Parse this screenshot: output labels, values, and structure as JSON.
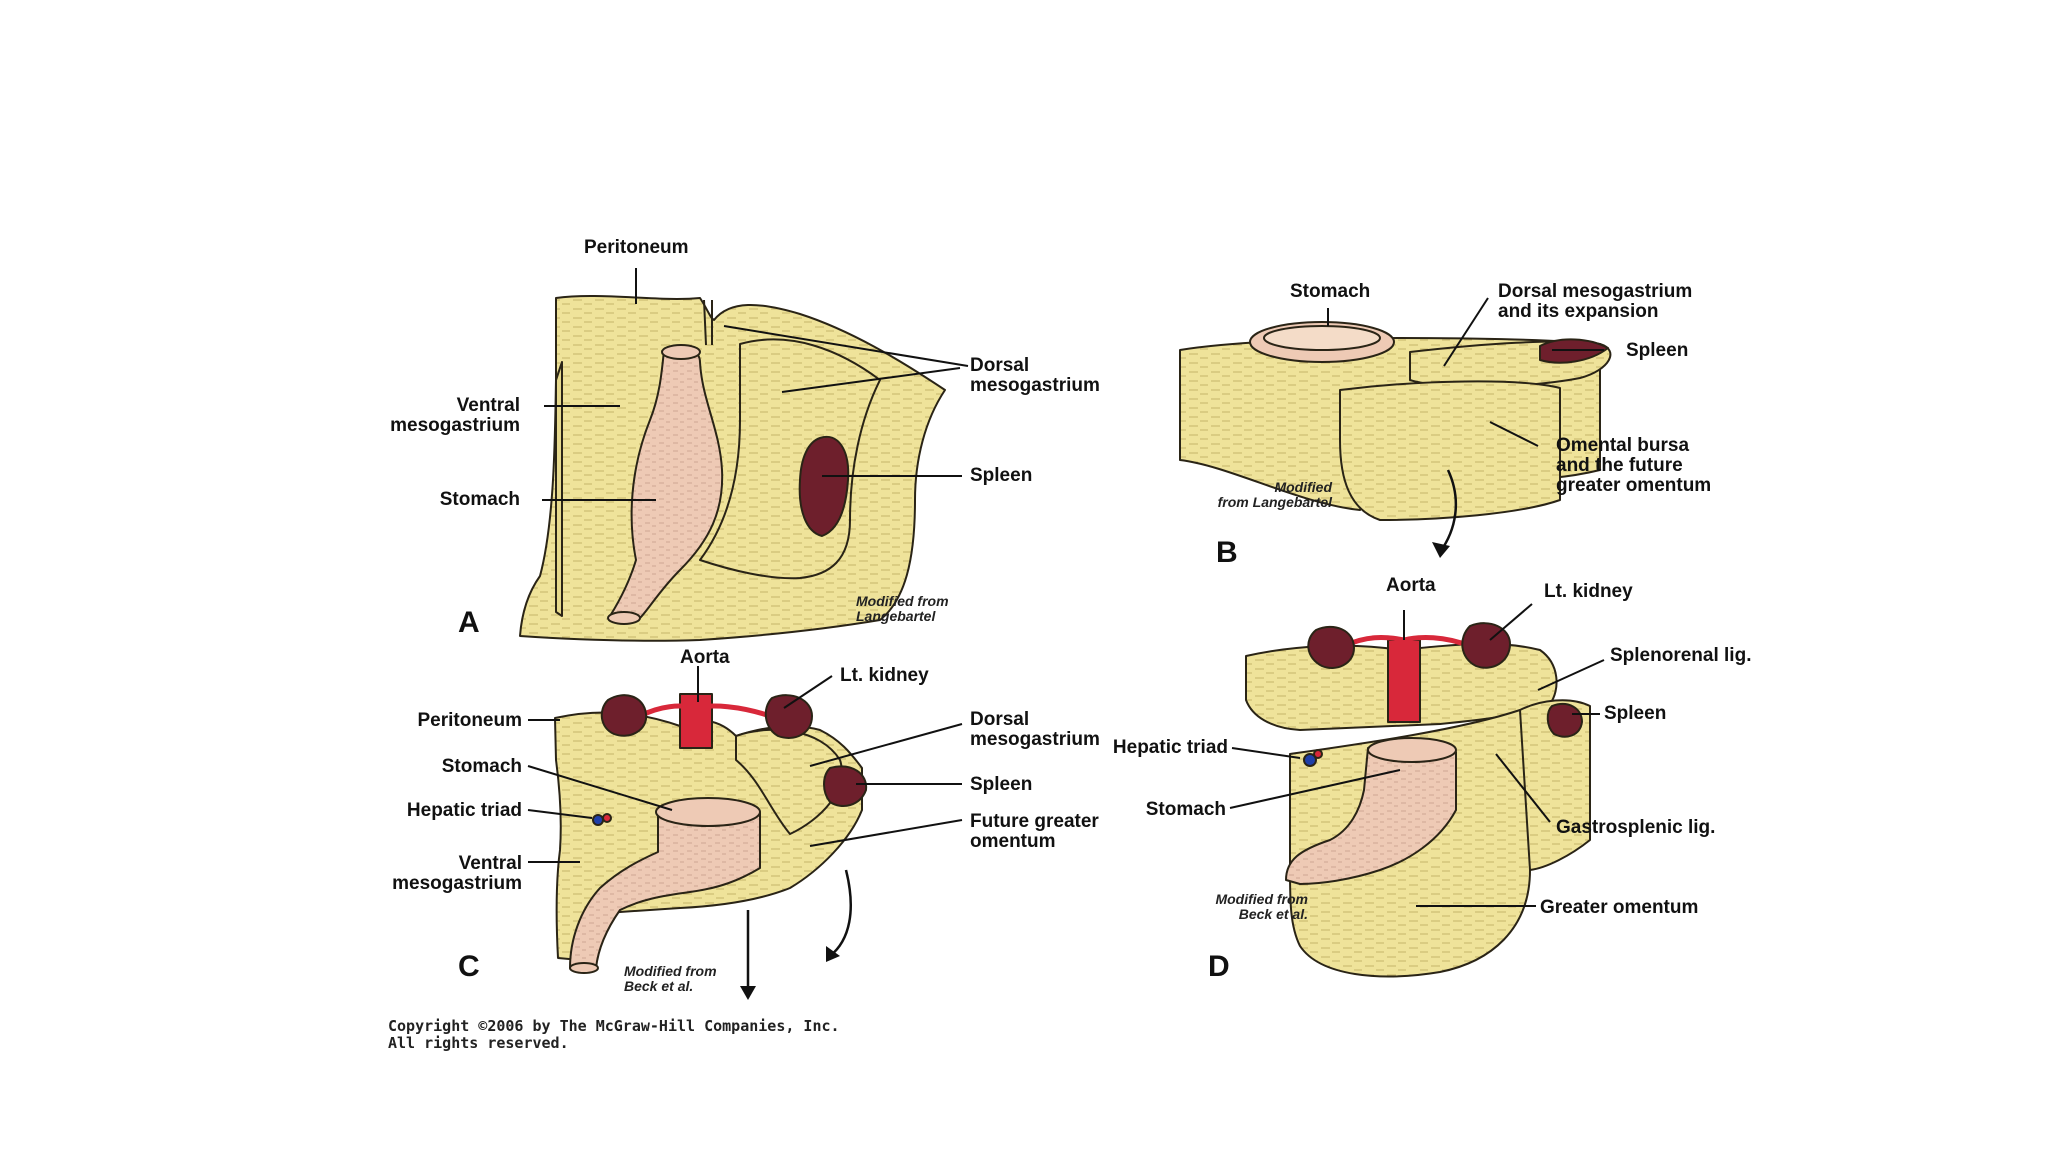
{
  "panel_a": {
    "letter": "A",
    "labels": {
      "peritoneum": "Peritoneum",
      "dorsal_mesogastrium": [
        "Dorsal",
        "mesogastrium"
      ],
      "ventral_mesogastrium": [
        "Ventral",
        "mesogastrium"
      ],
      "stomach": "Stomach",
      "spleen": "Spleen"
    },
    "credit": [
      "Modified from",
      "Langebartel"
    ]
  },
  "panel_b": {
    "letter": "B",
    "labels": {
      "stomach": "Stomach",
      "dorsal_mesogastrium": [
        "Dorsal mesogastrium",
        "and its expansion"
      ],
      "spleen": "Spleen",
      "omental_bursa": [
        "Omental bursa",
        "and the future",
        "greater omentum"
      ]
    },
    "credit": [
      "Modified",
      "from Langebartel"
    ]
  },
  "panel_c": {
    "letter": "C",
    "labels": {
      "aorta": "Aorta",
      "kidney": "Lt. kidney",
      "peritoneum": "Peritoneum",
      "dorsal_mesogastrium": [
        "Dorsal",
        "mesogastrium"
      ],
      "stomach": "Stomach",
      "spleen": "Spleen",
      "hepatic_triad": "Hepatic triad",
      "future_greater_omentum": [
        "Future greater",
        "omentum"
      ],
      "ventral_mesogastrium": [
        "Ventral",
        "mesogastrium"
      ]
    },
    "credit": [
      "Modified from",
      "Beck et al."
    ]
  },
  "panel_d": {
    "letter": "D",
    "labels": {
      "aorta": "Aorta",
      "kidney": "Lt. kidney",
      "splenorenal": "Splenorenal lig.",
      "spleen": "Spleen",
      "hepatic_triad": "Hepatic triad",
      "stomach": "Stomach",
      "gastrosplenic": "Gastrosplenic lig.",
      "greater_omentum": "Greater omentum"
    },
    "credit": [
      "Modified from",
      "Beck et al."
    ]
  },
  "copyright": [
    "Copyright ©2006 by The McGraw-Hill Companies, Inc.",
    "All rights reserved."
  ],
  "colors": {
    "mesentery": "#efe39a",
    "stomach": "#eecab5",
    "spleen": "#6e1f2c",
    "aorta": "#d8283a",
    "outline": "#2a2416"
  }
}
